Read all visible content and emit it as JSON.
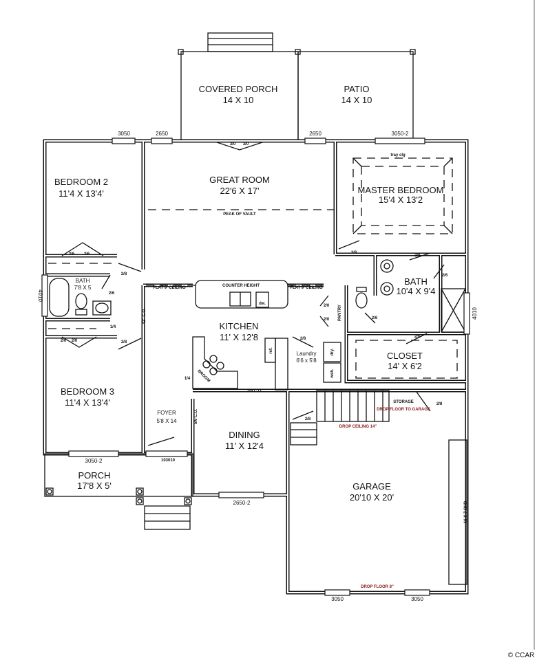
{
  "rooms": {
    "covered_porch": {
      "name": "COVERED PORCH",
      "size": "14 X 10"
    },
    "patio": {
      "name": "PATIO",
      "size": "14 X 10"
    },
    "bedroom2": {
      "name": "BEDROOM 2",
      "size": "11'4 X 13'4'"
    },
    "great_room": {
      "name": "GREAT ROOM",
      "size": "22'6 X 17'"
    },
    "master_bedroom": {
      "name": "MASTER BEDROOM",
      "size": "15'4 X 13'2"
    },
    "bath1": {
      "name": "BATH",
      "size": "7'8 X 5"
    },
    "master_bath": {
      "name": "BATH",
      "size": "10'4 X 9'4"
    },
    "kitchen": {
      "name": "KITCHEN",
      "size": "11' X 12'8"
    },
    "laundry": {
      "name": "Laundry",
      "size": "6'6 x 5'8"
    },
    "closet": {
      "name": "CLOSET",
      "size": "14' X 6'2"
    },
    "bedroom3": {
      "name": "BEDROOM 3",
      "size": "11'4 X 13'4'"
    },
    "foyer": {
      "name": "FOYER",
      "size": "5'8 X 14"
    },
    "dining": {
      "name": "DINING",
      "size": "11' X 12'4"
    },
    "porch": {
      "name": "PORCH",
      "size": "17'8 X 5'"
    },
    "garage": {
      "name": "GARAGE",
      "size": "20'10 X 20'"
    },
    "storage": {
      "name": "STORAGE"
    }
  },
  "labels": {
    "peak_of_vault": "PEAK OF VAULT",
    "tray_clg": "tray clg",
    "flat_ceiling_left": "FLAT 9' CEILING",
    "flat_ceiling_right": "FLAT 9' CEILING",
    "counter_height": "COUNTER HEIGHT",
    "dw": "dw.",
    "ref": "ref.",
    "dry": "dry.",
    "wsh": "wsh.",
    "pantry": "PANTRY",
    "broom": "BROOM",
    "co_42": "42\" C.O.",
    "co_56": "5/6 C.O.",
    "co_28": "2/8 C.O.",
    "drop_floor_garage": "DROP FLOOR TO GARAGE",
    "drop_ceiling": "DROP CEILING 14\"",
    "drop_floor": "DROP FLOOR 8\"",
    "garage_door": "16 X 7 OHD",
    "copyright": "© CCAR"
  },
  "windows": {
    "w_bed2": "3050",
    "w_great_left": "2650",
    "w_great_right": "2650",
    "w_master": "3050-2",
    "w_left": "4010",
    "w_right": "4010",
    "w_bed3": "3050-2",
    "w_front_door": "103010",
    "w_dining": "2650-2",
    "w_garage1": "3050",
    "w_garage2": "3050"
  },
  "doors": {
    "d30a": "3/0",
    "d30b": "3/0",
    "d26a": "2/6",
    "d26b": "2/6",
    "d28a": "2/8",
    "d26c": "2/6",
    "d14a": "1/4",
    "d20a": "2/0",
    "d20b": "2/0",
    "d28b": "2/8",
    "d14b": "1/4",
    "d28c": "2/8",
    "d28d": "2/8",
    "d26d": "2/6",
    "d20c": "2/0",
    "d20d": "2/0",
    "d26e": "2/6",
    "d26f": "2/6",
    "d28e": "2/8",
    "d28f": "2/8",
    "d28g": "2/8"
  }
}
